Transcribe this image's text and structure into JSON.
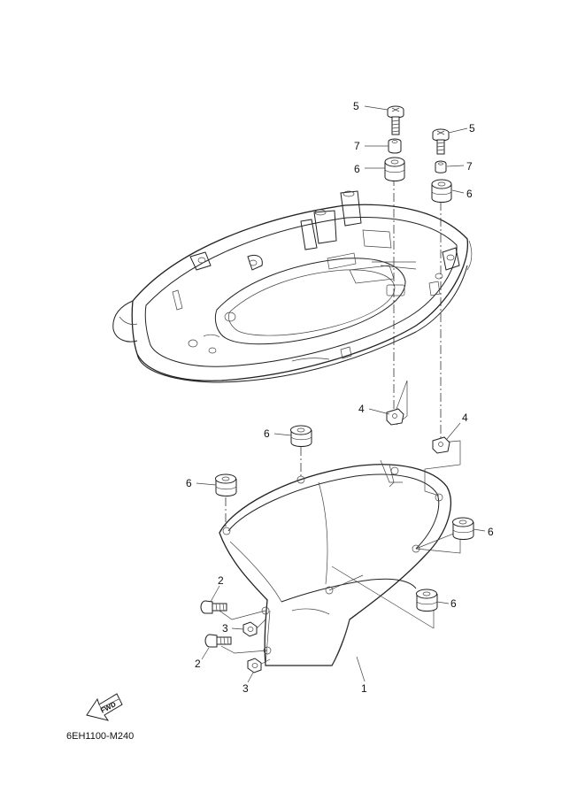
{
  "callouts": {
    "c1": "1",
    "c2a": "2",
    "c2b": "2",
    "c3a": "3",
    "c3b": "3",
    "c4a": "4",
    "c4b": "4",
    "c5a": "5",
    "c5b": "5",
    "c6a": "6",
    "c6b": "6",
    "c6c": "6",
    "c6d": "6",
    "c6e": "6",
    "c6f": "6",
    "c7a": "7",
    "c7b": "7"
  },
  "fwd_label": "FWD",
  "drawing_code": "6EH1100-M240"
}
